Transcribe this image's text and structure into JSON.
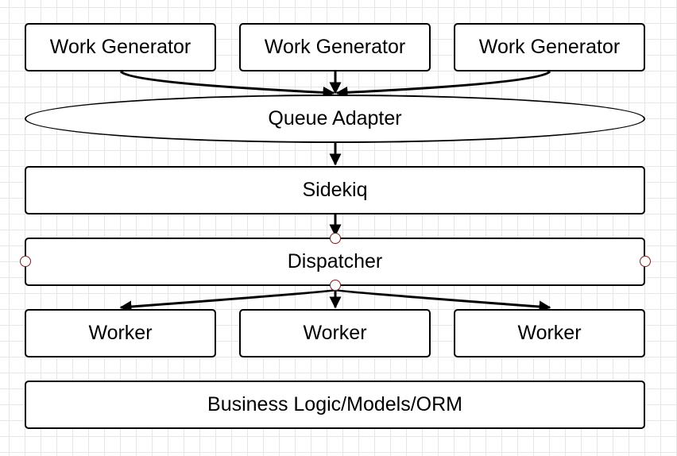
{
  "diagram": {
    "generators": [
      "Work Generator",
      "Work Generator",
      "Work Generator"
    ],
    "queue_adapter": "Queue Adapter",
    "sidekiq": "Sidekiq",
    "dispatcher": "Dispatcher",
    "workers": [
      "Worker",
      "Worker",
      "Worker"
    ],
    "business_logic": "Business Logic/Models/ORM"
  },
  "colors": {
    "stroke": "#000000",
    "handle": "#7a1f1f",
    "grid": "#e6e6e6"
  }
}
